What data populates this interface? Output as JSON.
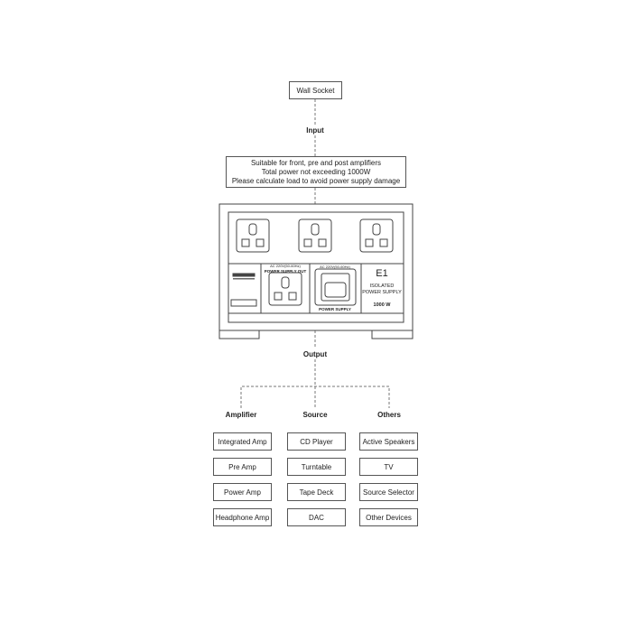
{
  "wall_socket": "Wall Socket",
  "input_label": "Input",
  "note": [
    "Suitable for front, pre and post amplifiers",
    "Total power not exceeding 1000W",
    "Please calculate load to avoid power supply damage"
  ],
  "device": {
    "out_rating": "AC 220V(50-60Hz)",
    "out_label": "POWER SUPPLY OUT",
    "in_rating": "AC 220V(50-60Hz)",
    "in_label": "POWER SUPPLY",
    "model": "E1",
    "name1": "ISOLATED",
    "name2": "POWER SUPPLY",
    "power": "1000 W"
  },
  "output_label": "Output",
  "columns": [
    {
      "title": "Amplifier",
      "items": [
        "Integrated Amp",
        "Pre Amp",
        "Power Amp",
        "Headphone Amp"
      ]
    },
    {
      "title": "Source",
      "items": [
        "CD Player",
        "Turntable",
        "Tape Deck",
        "DAC"
      ]
    },
    {
      "title": "Others",
      "items": [
        "Active Speakers",
        "TV",
        "Source Selector",
        "Other Devices"
      ]
    }
  ]
}
